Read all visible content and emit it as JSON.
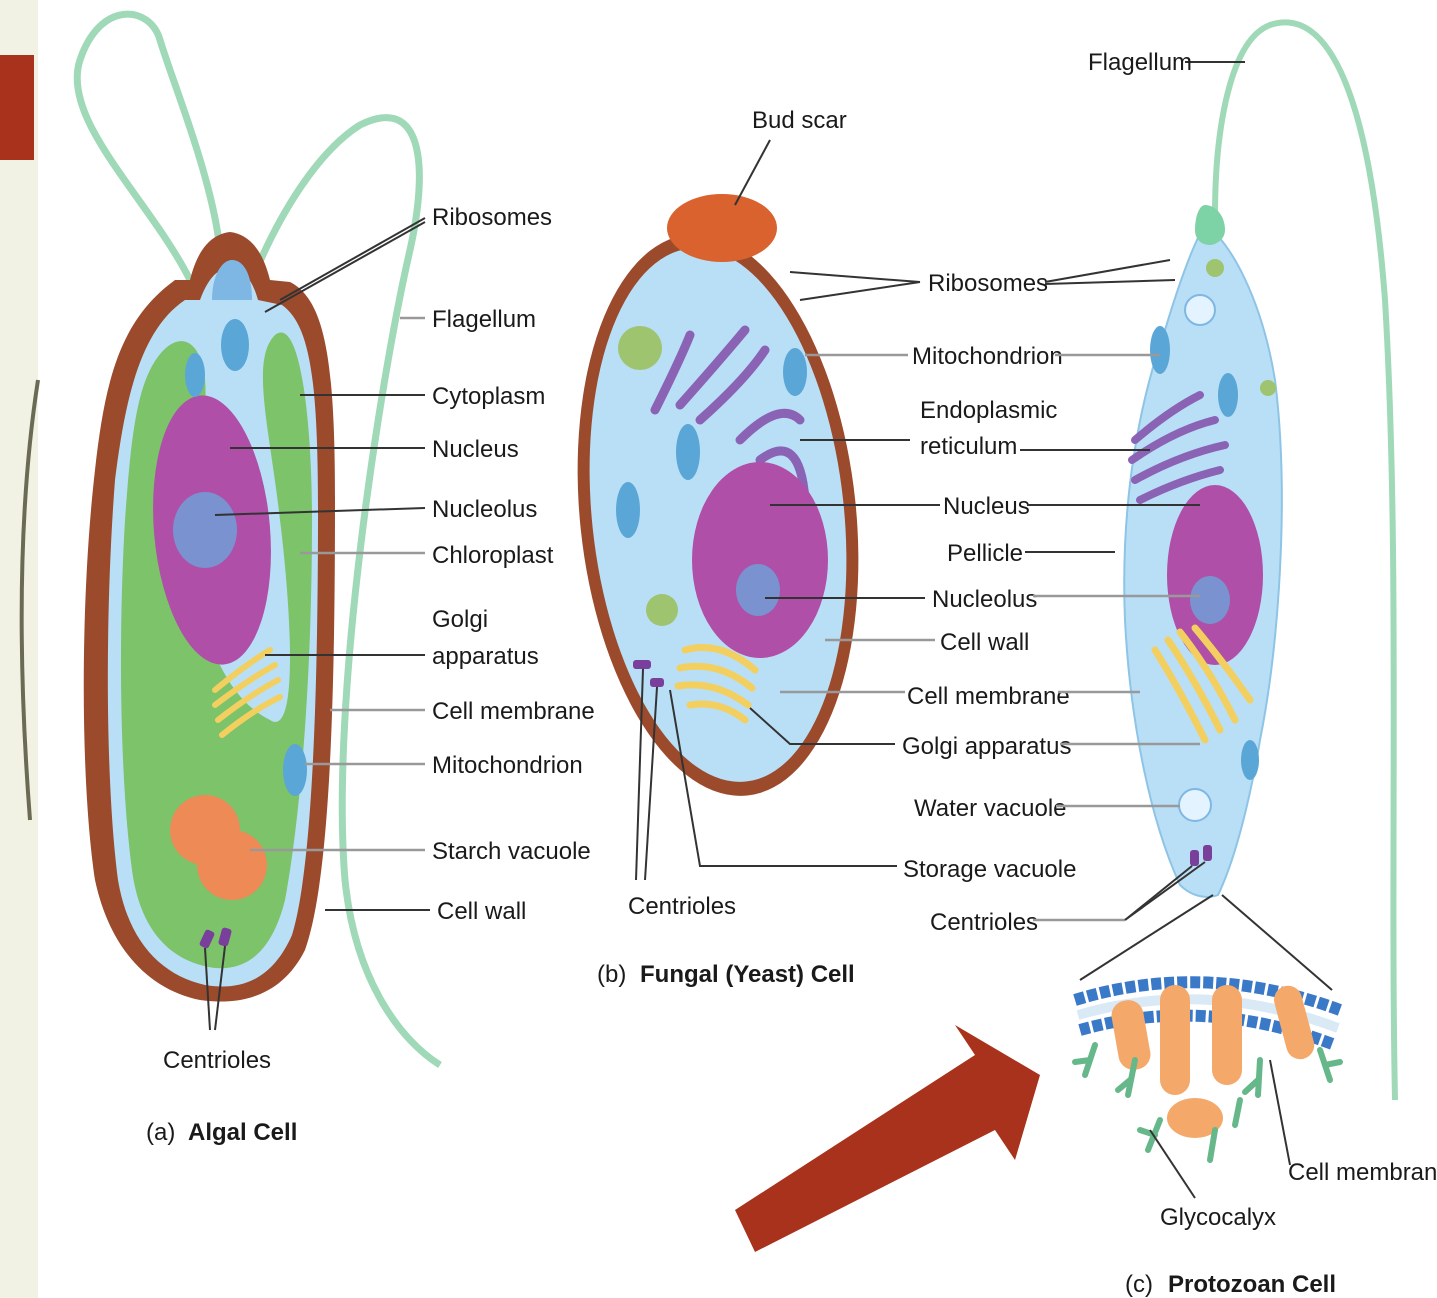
{
  "colors": {
    "page_tint": "#f1f2e3",
    "accent_red": "#a8321c",
    "cytoplasm": "#b9dff7",
    "cell_wall": "#9b4a2c",
    "chloroplast": "#7cc36a",
    "nucleus": "#b04fa8",
    "nucleolus": "#7a92cf",
    "golgi": "#f3cf5f",
    "starch": "#ee8a55",
    "flagellum": "#9fd9b8",
    "er": "#8b63b5"
  },
  "algal": {
    "labels": {
      "ribosomes": "Ribosomes",
      "flagellum": "Flagellum",
      "cytoplasm": "Cytoplasm",
      "nucleus": "Nucleus",
      "nucleolus": "Nucleolus",
      "chloroplast": "Chloroplast",
      "golgi_1": "Golgi",
      "golgi_2": "apparatus",
      "cell_membrane": "Cell membrane",
      "mitochondrion": "Mitochondrion",
      "starch_vacuole": "Starch vacuole",
      "cell_wall": "Cell wall",
      "centrioles": "Centrioles"
    },
    "caption_letter": "(a)",
    "caption_title": "Algal Cell"
  },
  "fungal": {
    "labels": {
      "bud_scar": "Bud scar",
      "centrioles": "Centrioles"
    },
    "caption_letter": "(b)",
    "caption_title": "Fungal (Yeast) Cell"
  },
  "shared": {
    "ribosomes": "Ribosomes",
    "mitochondrion": "Mitochondrion",
    "er_1": "Endoplasmic",
    "er_2": "reticulum",
    "nucleus": "Nucleus",
    "pellicle": "Pellicle",
    "nucleolus": "Nucleolus",
    "cell_wall": "Cell wall",
    "cell_membrane": "Cell membrane",
    "golgi": "Golgi apparatus",
    "water_vacuole": "Water vacuole",
    "storage_vacuole": "Storage vacuole",
    "centrioles": "Centrioles"
  },
  "protozoan": {
    "labels": {
      "flagellum": "Flagellum",
      "cell_membrane": "Cell membrane",
      "glycocalyx": "Glycocalyx"
    },
    "caption_letter": "(c)",
    "caption_title": "Protozoan Cell"
  }
}
